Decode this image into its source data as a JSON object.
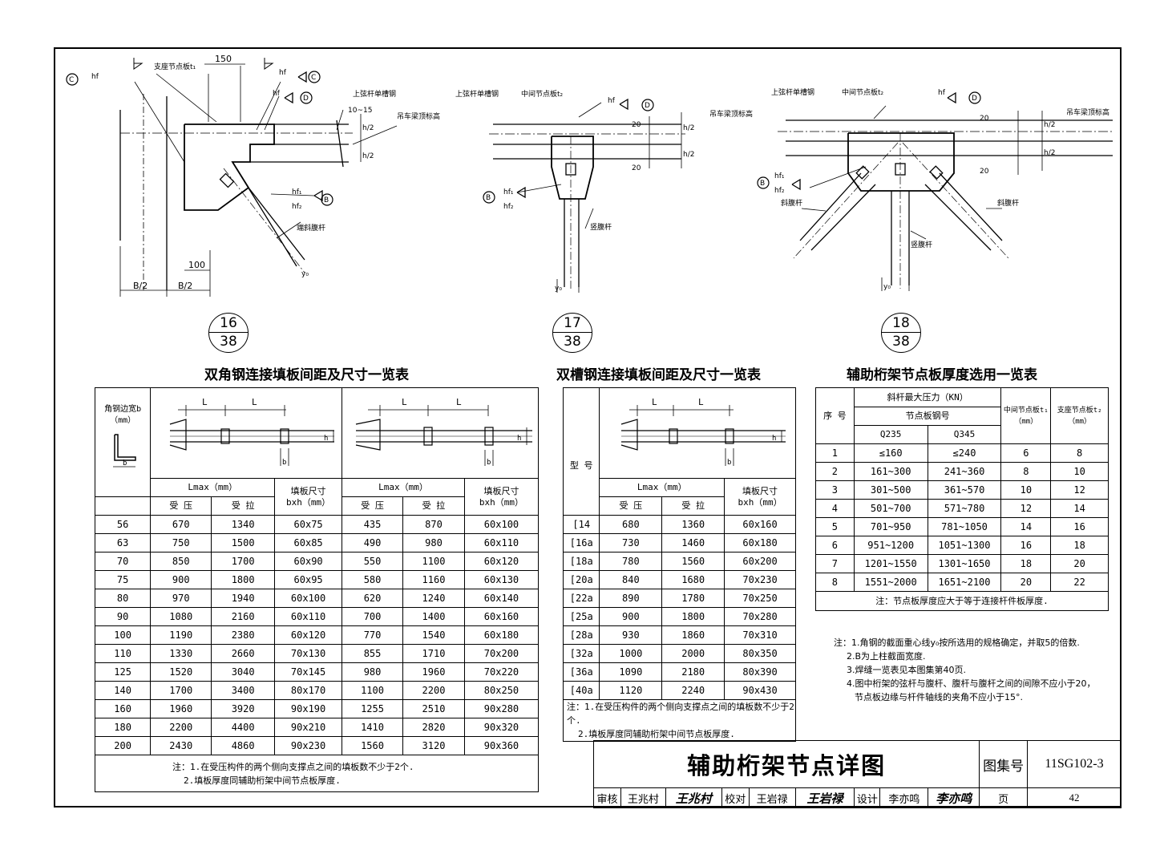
{
  "drawings": {
    "d16": {
      "top": "16",
      "bottom": "38",
      "labels": {
        "gusset": "支座节点板t₁",
        "upper_chord": "上弦杆单槽钢",
        "crane": "吊车梁顶标高",
        "end_diag": "端斜腹杆",
        "d150": "150",
        "d100": "100",
        "d1015": "10~15",
        "b2a": "B/2",
        "b2b": "B/2",
        "h2": "h/2",
        "h2b": "h/2",
        "hf": "hf",
        "hf1": "hf₁",
        "hf2": "hf₂",
        "c1": "C",
        "c2": "C",
        "d": "D",
        "b": "B",
        "yo": "y₀"
      }
    },
    "d17": {
      "top": "17",
      "bottom": "38",
      "labels": {
        "upper_chord": "上弦杆单槽钢",
        "gusset": "中间节点板t₂",
        "crane": "吊车梁顶标高",
        "vert": "竖腹杆",
        "hf": "hf",
        "hf1": "hf₁",
        "hf2": "hf₂",
        "d": "D",
        "b": "B",
        "d20a": "20",
        "d20b": "20",
        "h2": "h/2",
        "h2b": "h/2",
        "yo": "y₀"
      }
    },
    "d18": {
      "top": "18",
      "bottom": "38",
      "labels": {
        "upper_chord": "上弦杆单槽钢",
        "gusset": "中间节点板t₂",
        "crane": "吊车梁顶标高",
        "diag_l": "斜腹杆",
        "diag_r": "斜腹杆",
        "vert": "竖腹杆",
        "hf": "hf",
        "hf1": "hf₁",
        "hf2": "hf₂",
        "d": "D",
        "b": "B",
        "d20a": "20",
        "d20b": "20",
        "h2": "h/2",
        "h2b": "h/2",
        "yo": "y₀"
      }
    }
  },
  "table1": {
    "title": "双角钢连接填板间距及尺寸一览表",
    "corner": "角钢边宽b\n（mm）",
    "col_lmax": "Lmax（mm）",
    "col_fill": "填板尺寸",
    "col_fill_unit": "bxh（mm）",
    "col_press": "受 压",
    "col_tens": "受 拉",
    "sym_L": "L",
    "sym_h": "h",
    "sym_b": "b",
    "rows": [
      [
        "56",
        "670",
        "1340",
        "60x75",
        "435",
        "870",
        "60x100"
      ],
      [
        "63",
        "750",
        "1500",
        "60x85",
        "490",
        "980",
        "60x110"
      ],
      [
        "70",
        "850",
        "1700",
        "60x90",
        "550",
        "1100",
        "60x120"
      ],
      [
        "75",
        "900",
        "1800",
        "60x95",
        "580",
        "1160",
        "60x130"
      ],
      [
        "80",
        "970",
        "1940",
        "60x100",
        "620",
        "1240",
        "60x140"
      ],
      [
        "90",
        "1080",
        "2160",
        "60x110",
        "700",
        "1400",
        "60x160"
      ],
      [
        "100",
        "1190",
        "2380",
        "60x120",
        "770",
        "1540",
        "60x180"
      ],
      [
        "110",
        "1330",
        "2660",
        "70x130",
        "855",
        "1710",
        "70x200"
      ],
      [
        "125",
        "1520",
        "3040",
        "70x145",
        "980",
        "1960",
        "70x220"
      ],
      [
        "140",
        "1700",
        "3400",
        "80x170",
        "1100",
        "2200",
        "80x250"
      ],
      [
        "160",
        "1960",
        "3920",
        "90x190",
        "1255",
        "2510",
        "90x280"
      ],
      [
        "180",
        "2200",
        "4400",
        "90x210",
        "1410",
        "2820",
        "90x320"
      ],
      [
        "200",
        "2430",
        "4860",
        "90x230",
        "1560",
        "3120",
        "90x360"
      ]
    ],
    "note1": "注：1.在受压构件的两个侧向支撑点之间的填板数不少于2个.",
    "note2": "2.填板厚度同辅助桁架中间节点板厚度."
  },
  "table2": {
    "title": "双槽钢连接填板间距及尺寸一览表",
    "col_type": "型 号",
    "col_lmax": "Lmax（mm）",
    "col_fill": "填板尺寸",
    "col_fill_unit": "bxh（mm）",
    "col_press": "受 压",
    "col_tens": "受 拉",
    "sym_L": "L",
    "sym_h": "h",
    "sym_b": "b",
    "rows": [
      [
        "[14",
        "680",
        "1360",
        "60x160"
      ],
      [
        "[16a",
        "730",
        "1460",
        "60x180"
      ],
      [
        "[18a",
        "780",
        "1560",
        "60x200"
      ],
      [
        "[20a",
        "840",
        "1680",
        "70x230"
      ],
      [
        "[22a",
        "890",
        "1780",
        "70x250"
      ],
      [
        "[25a",
        "900",
        "1800",
        "70x280"
      ],
      [
        "[28a",
        "930",
        "1860",
        "70x310"
      ],
      [
        "[32a",
        "1000",
        "2000",
        "80x350"
      ],
      [
        "[36a",
        "1090",
        "2180",
        "80x390"
      ],
      [
        "[40a",
        "1120",
        "2240",
        "90x430"
      ]
    ],
    "note1": "注：1.在受压构件的两个侧向支撑点之间的填板数不少于2个.",
    "note2": "2.填板厚度同辅助桁架中间节点板厚度."
  },
  "table3": {
    "title": "辅助桁架节点板厚度选用一览表",
    "col_no": "序 号",
    "col_force": "斜杆最大压力（KN）",
    "col_steel": "节点板钢号",
    "col_q235": "Q235",
    "col_q345": "Q345",
    "col_t1": "中间节点板t₁",
    "col_t1_unit": "（mm）",
    "col_t2": "支座节点板t₂",
    "col_t2_unit": "（mm）",
    "rows": [
      [
        "1",
        "≤160",
        "≤240",
        "6",
        "8"
      ],
      [
        "2",
        "161~300",
        "241~360",
        "8",
        "10"
      ],
      [
        "3",
        "301~500",
        "361~570",
        "10",
        "12"
      ],
      [
        "4",
        "501~700",
        "571~780",
        "12",
        "14"
      ],
      [
        "5",
        "701~950",
        "781~1050",
        "14",
        "16"
      ],
      [
        "6",
        "951~1200",
        "1051~1300",
        "16",
        "18"
      ],
      [
        "7",
        "1201~1550",
        "1301~1650",
        "18",
        "20"
      ],
      [
        "8",
        "1551~2000",
        "1651~2100",
        "20",
        "22"
      ]
    ],
    "note": "注：节点板厚度应大于等于连接杆件板厚度."
  },
  "notes": [
    "注：1.角钢的截面重心线y₀按所选用的规格确定，并取5的倍数.",
    "2.B为上柱截面宽度.",
    "3.焊缝一览表见本图集第40页.",
    "4.图中桁架的弦杆与腹杆、腹杆与腹杆之间的间隙不应小于20，",
    "节点板边缘与杆件轴线的夹角不应小于15°."
  ],
  "title_block": {
    "title": "辅助桁架节点详图",
    "atlas_label": "图集号",
    "atlas_no": "11SG102-3",
    "review": "审核",
    "reviewer": "王兆村",
    "reviewer_sig": "王兆村",
    "check": "校对",
    "checker": "王岩禄",
    "checker_sig": "王岩禄",
    "design": "设计",
    "designer": "李亦鸣",
    "designer_sig": "李亦鸣",
    "page_label": "页",
    "page_no": "42"
  }
}
